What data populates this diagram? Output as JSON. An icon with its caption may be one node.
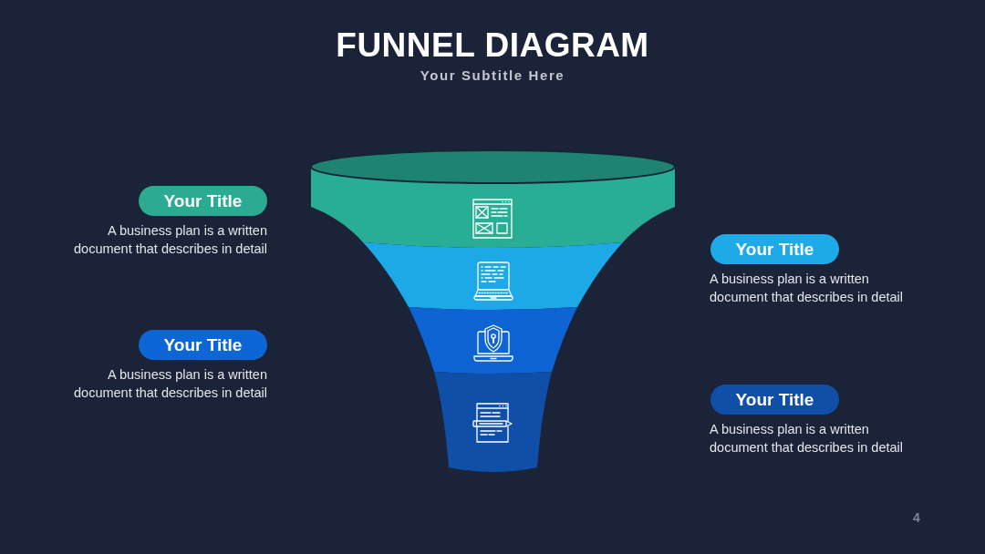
{
  "diagram": {
    "title": "FUNNEL DIAGRAM",
    "nodes": [
      {
        "text": [],
        "shape": "band"
      },
      {
        "text": [],
        "shape": "band"
      },
      {
        "text": [],
        "shape": "band"
      },
      {
        "text": [],
        "shape": "band"
      },
      {
        "text": [
          "Your Title"
        ],
        "beside": [
          "A business plan is a written document that describes in detail"
        ]
      },
      {
        "text": [
          "Your Title"
        ],
        "beside": [
          "A business plan is a written document that describes in detail"
        ]
      },
      {
        "text": [
          "Your Title"
        ],
        "beside": [
          "A business plan is a written document that describes in detail"
        ]
      },
      {
        "text": [
          "Your Title"
        ],
        "beside": [
          "A business plan is a written document that describes in detail"
        ]
      }
    ],
    "labels": [
      "Your Subtitle Here",
      "4"
    ]
  }
}
